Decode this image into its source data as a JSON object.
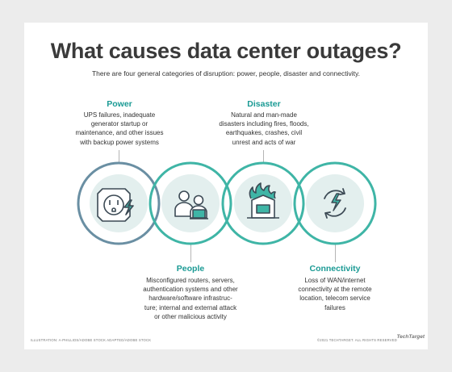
{
  "header": {
    "title": "What causes data center outages?",
    "subtitle": "There are four general categories of disruption: power, people, disaster and connectivity."
  },
  "categories": [
    {
      "id": "power",
      "title": "Power",
      "lines": [
        "UPS failures, inadequate",
        "generator startup or",
        "maintenance, and other issues",
        "with backup power systems"
      ],
      "icon": "electrical-outlet-icon"
    },
    {
      "id": "people",
      "title": "People",
      "lines": [
        "Misconfigured routers, servers,",
        "authentication systems and other",
        "hardware/software infrastruc-",
        "ture; internal and external attack",
        "or other malicious activity"
      ],
      "icon": "people-laptop-icon"
    },
    {
      "id": "disaster",
      "title": "Disaster",
      "lines": [
        "Natural and man-made",
        "disasters including fires, floods,",
        "earthquakes, crashes, civil",
        "unrest and acts of war"
      ],
      "icon": "burning-building-icon"
    },
    {
      "id": "connectivity",
      "title": "Connectivity",
      "lines": [
        "Loss of WAN/internet",
        "connectivity at the remote",
        "location, telecom service",
        "failures"
      ],
      "icon": "network-cycle-icon"
    }
  ],
  "colors": {
    "ring_power": "#6a8fa3",
    "ring_teal": "#3fb5a6",
    "accent": "#1a9a94",
    "icon_fill": "#e3efee",
    "icon_stroke": "#3c4a55"
  },
  "footer": {
    "left": "ILLUSTRATION: A-PHILLIDS/ADOBE STOCK ADAPTED/ADOBE STOCK",
    "right": "©2021 TECHTARGET. ALL RIGHTS RESERVED",
    "logo": "TechTarget"
  }
}
